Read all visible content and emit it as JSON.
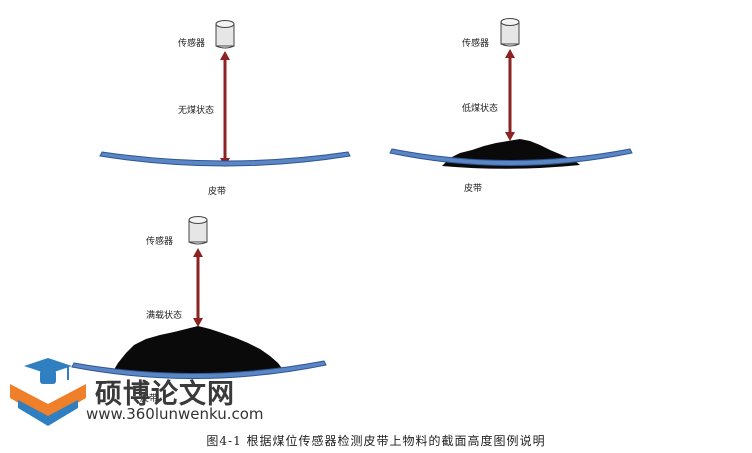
{
  "caption": "图4-1 根据煤位传感器检测皮带上物料的截面高度图例说明",
  "panels": {
    "empty": {
      "sensor_label": "传感器",
      "state_label": "无煤状态",
      "belt_label": "皮带"
    },
    "low": {
      "sensor_label": "传感器",
      "state_label": "低煤状态",
      "belt_label": "皮带"
    },
    "full": {
      "sensor_label": "传感器",
      "state_label": "满载状态",
      "belt_label": "皮带"
    }
  },
  "watermark": {
    "title": "硕博论文网",
    "url": "www.360lunwenku.com"
  },
  "colors": {
    "arrow": "#8b2323",
    "belt_fill": "#5b86c4",
    "belt_stroke": "#2f5597",
    "coal": "#0a0a0a",
    "sensor_body": "#e6e6e6",
    "sensor_stroke": "#444444",
    "logo_orange": "#f07f2a",
    "logo_blue": "#2f7fc1"
  }
}
